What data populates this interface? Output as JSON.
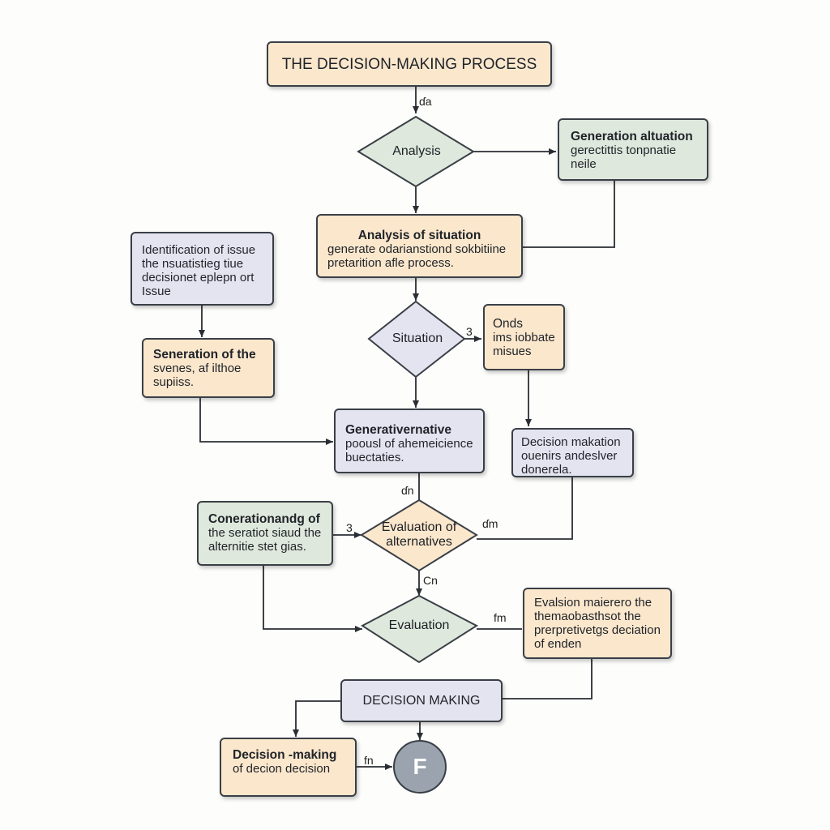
{
  "colors": {
    "peach": "#fbe7cc",
    "sage": "#dfe8dc",
    "lavender": "#e4e4f0",
    "terminal": "#9aa3ae",
    "stroke": "#3a3f47"
  },
  "title": "THE DECISION-MAKING PROCESS",
  "nodes": {
    "gen_situation": {
      "title": "Generation altuation",
      "body": "gerectittis tonpnatie\nneile"
    },
    "analysis_situation": {
      "title": "Analysis of situation",
      "body": "generate odarianstiond sokbitiine\npretarition afle process."
    },
    "identification": {
      "title": "Identification of issue",
      "body": "the nsuatistieg tiue\ndecisionet eplepn ort\nIssue"
    },
    "seneration": {
      "title": "Seneration of the",
      "body": "svenes, af ilthoe\nsupiiss."
    },
    "onds": {
      "title": "Onds",
      "body": "ims iobbate\nmisues"
    },
    "generative": {
      "title": "Generativernative",
      "body": "poousl of ahemeicience\nbuectaties."
    },
    "decision_makation": {
      "title": "Decision makation",
      "body": "ouenirs andeslver\ndonerela."
    },
    "coneration": {
      "title": "Conerationandg of",
      "body": "the seratiot siaud the\nalternitie stet gias."
    },
    "evalsion": {
      "title": "Evalsion maierero the",
      "body": "themaobasthsot the\nprerpretivetgs deciation\nof enden"
    },
    "decision_making_bar": {
      "title": "DECISION MAKING"
    },
    "decision_dash": {
      "title": "Decision -making",
      "body": "of decion decision"
    }
  },
  "diamonds": {
    "analysis": "Analysis",
    "situation": "Situation",
    "evaluation_alt": "Evaluation of\nalternatives",
    "evaluation": "Evaluation"
  },
  "terminal": "F",
  "labels": {
    "l1": "ɗa",
    "l2": "3",
    "l3": "ɗn",
    "l4": "3",
    "l5": "ɗm",
    "l6": "Ϲn",
    "l7": "fm",
    "l8": "fn"
  }
}
